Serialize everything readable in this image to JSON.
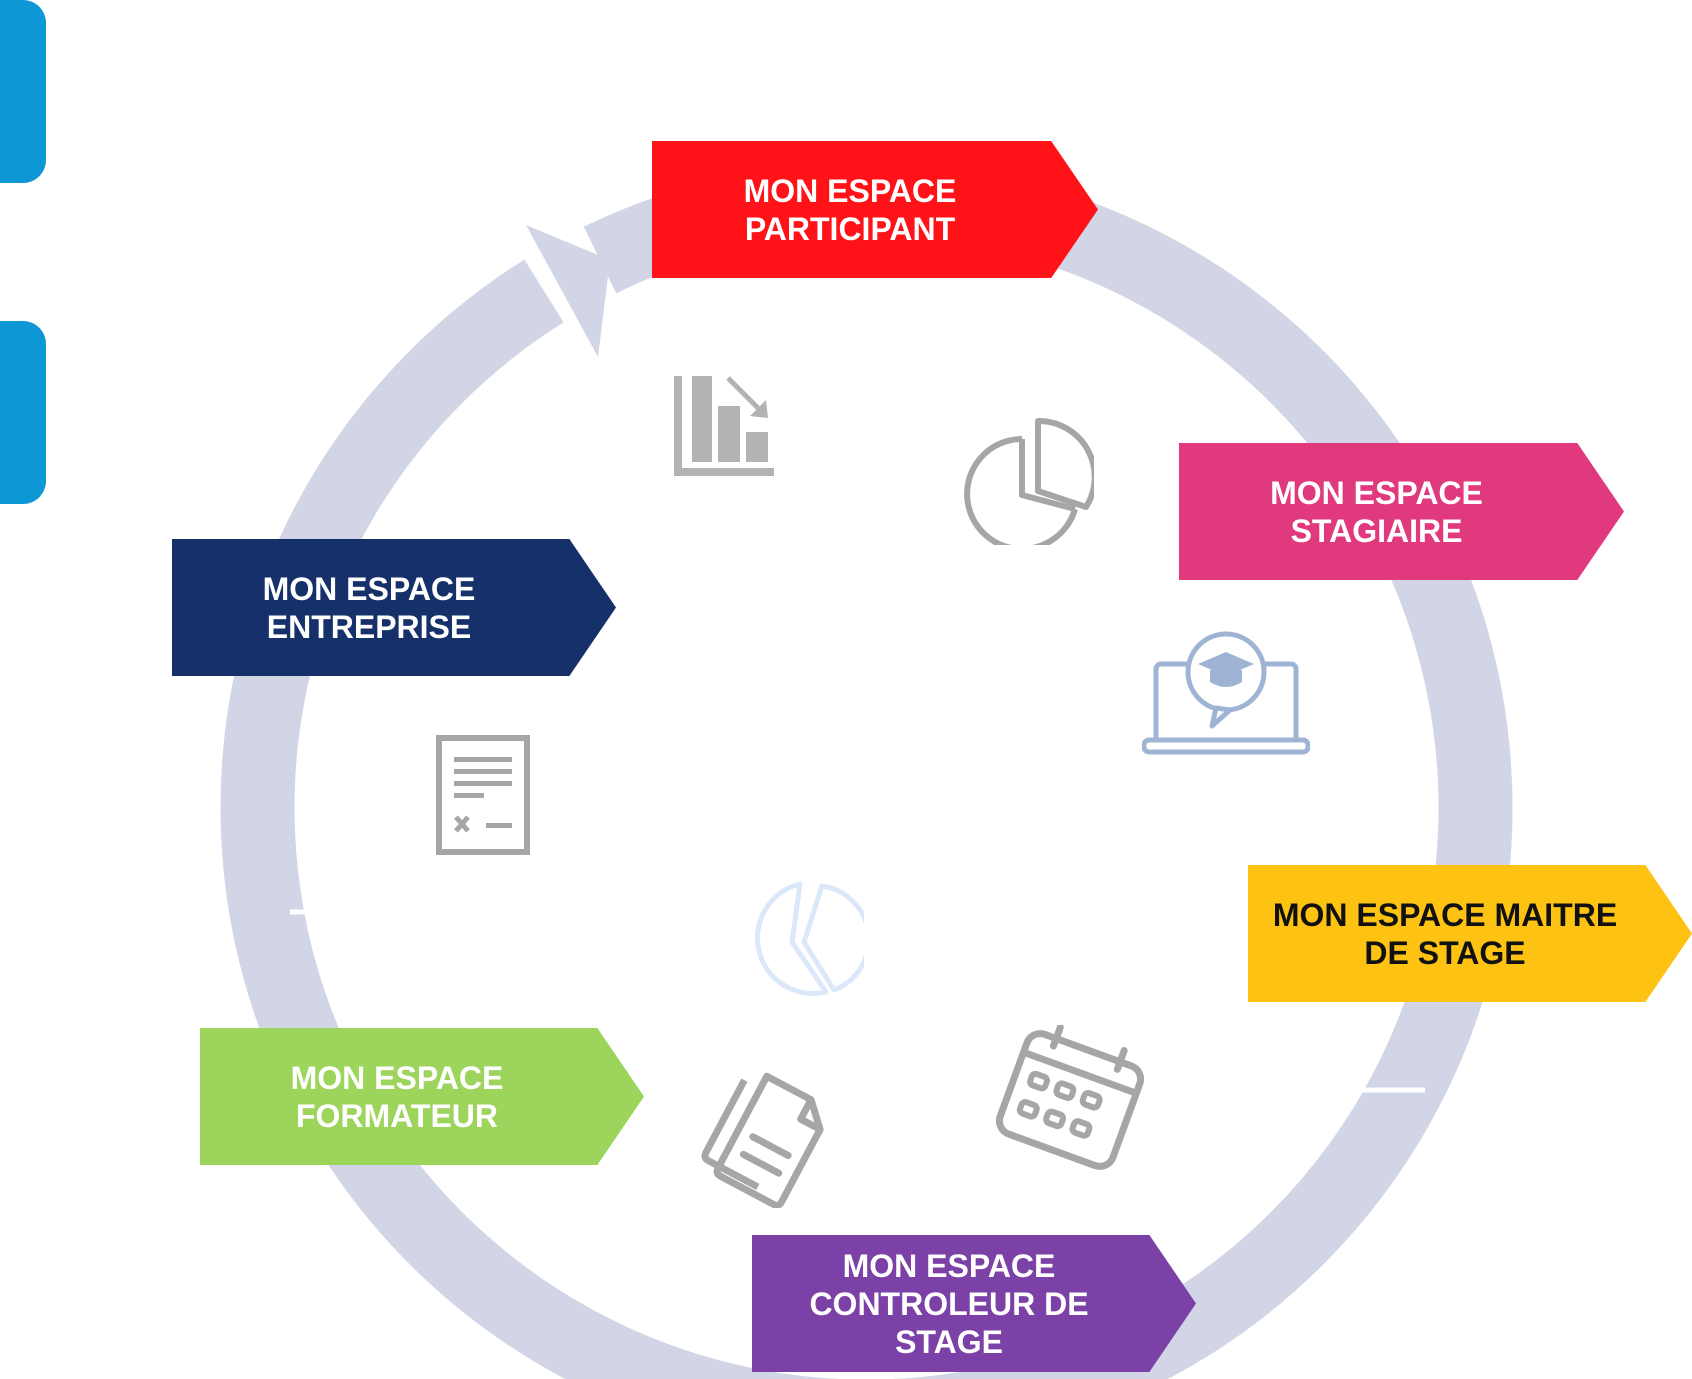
{
  "colors": {
    "ring": "#d2d5e6",
    "pill": "#0d97d5",
    "icon_gray": "#a6a6a6",
    "icon_blue": "#9fb4d4"
  },
  "spaces": [
    {
      "id": "participant",
      "line1": "MON ESPACE",
      "line2": "PARTICIPANT",
      "line3": "",
      "color": "#ff1218",
      "text_color": "#ffffff"
    },
    {
      "id": "stagiaire",
      "line1": "MON ESPACE",
      "line2": "STAGIAIRE",
      "line3": "",
      "color": "#e0397d",
      "text_color": "#ffffff"
    },
    {
      "id": "maitre-de-stage",
      "line1": "MON ESPACE MAITRE",
      "line2": "DE STAGE",
      "line3": "",
      "color": "#fdc212",
      "text_color": "#111111"
    },
    {
      "id": "controleur-de-stage",
      "line1": "MON ESPACE",
      "line2": "CONTROLEUR DE",
      "line3": "STAGE",
      "color": "#7b41a6",
      "text_color": "#ffffff"
    },
    {
      "id": "formateur",
      "line1": "MON ESPACE",
      "line2": "FORMATEUR",
      "line3": "",
      "color": "#9cd45c",
      "text_color": "#ffffff"
    },
    {
      "id": "entreprise",
      "line1": "MON ESPACE",
      "line2": "ENTREPRISE",
      "line3": "",
      "color": "#163069",
      "text_color": "#ffffff"
    }
  ],
  "icons": [
    "bar-chart-down-icon",
    "pie-chart-icon",
    "laptop-graduation-icon",
    "document-icon",
    "circle-chart-icon",
    "calendar-icon",
    "files-icon"
  ]
}
